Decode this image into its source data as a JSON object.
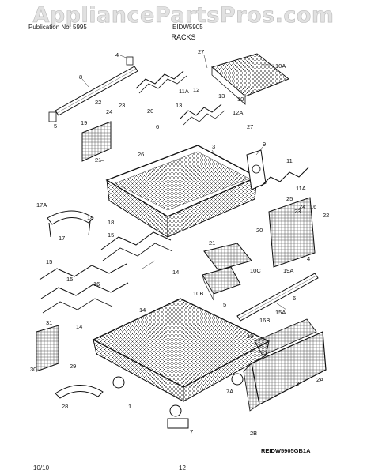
{
  "watermark": "AppliancePartsPros.com",
  "header": {
    "publication": "Publication No: 5995",
    "model": "EIDW5905"
  },
  "title": "RACKS",
  "labels": {
    "l4a": "4",
    "l8": "8",
    "l27a": "27",
    "l10a": "10A",
    "l11a_top": "11A",
    "l10": "10",
    "l22a": "22",
    "l23": "23",
    "l12": "12",
    "l13a": "13",
    "l13b": "13",
    "l24a": "24",
    "l20": "20",
    "l12a": "12A",
    "l5a": "5",
    "l27b": "27",
    "l19": "19",
    "l6a": "6",
    "l3": "3",
    "l9": "9",
    "l26": "26",
    "l21a": "21",
    "l11": "11",
    "l11a_right": "11A",
    "l17a": "17A",
    "l25": "25",
    "l24b": "24",
    "l16a": "16",
    "l22b": "22",
    "l23b": "23",
    "l18a": "18",
    "l18b": "18",
    "l20b": "20",
    "l17": "17",
    "l15a": "15",
    "l21b": "21",
    "l4b": "4",
    "l15b": "15",
    "l10c": "10C",
    "l19a": "19A",
    "l14a": "14",
    "l15c": "15",
    "l16b": "16",
    "l10b": "10B",
    "l6b": "6",
    "l14b": "14",
    "l5b": "5",
    "l15aa": "15A",
    "l31": "31",
    "l14c": "14",
    "l16bb": "16B",
    "l16c": "16",
    "l2a": "2A",
    "l30": "30",
    "l29": "29",
    "l2": "2",
    "l7a": "7A",
    "l1": "1",
    "l28": "28",
    "l7": "7",
    "l2b": "2B"
  },
  "diagram_ref": "REIDW5905GB1A",
  "footer": {
    "date": "10/10",
    "page": "12"
  }
}
